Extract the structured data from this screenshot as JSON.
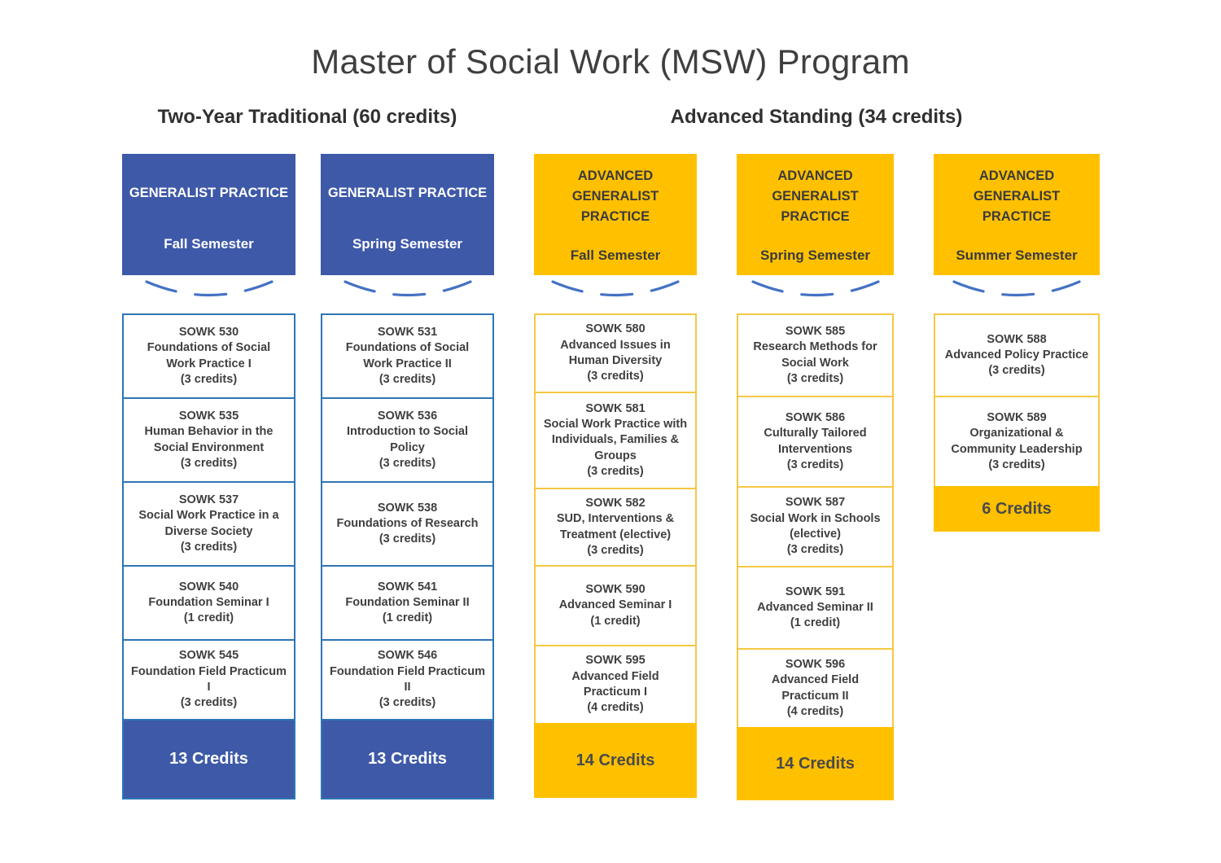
{
  "title": "Master of Social Work (MSW) Program",
  "tracks": [
    {
      "label": "Two-Year Traditional (60 credits)"
    },
    {
      "label": "Advanced Standing (34 credits)"
    }
  ],
  "colors": {
    "blue_fill": "#3E59A8",
    "blue_border": "#2E75B6",
    "gold_fill": "#FFC000",
    "gold_border": "#F5C842",
    "arc": "#4472C4",
    "text_dark": "#3f3f3f"
  },
  "columns": [
    {
      "theme": "blue",
      "header": {
        "program": "GENERALIST PRACTICE",
        "semester": "Fall Semester"
      },
      "courses": [
        {
          "code": "SOWK 530",
          "title": "Foundations of Social Work Practice I",
          "credits": "(3 credits)"
        },
        {
          "code": "SOWK 535",
          "title": "Human Behavior in the Social Environment",
          "credits": "(3 credits)"
        },
        {
          "code": "SOWK 537",
          "title": "Social Work Practice in a Diverse Society",
          "credits": "(3 credits)"
        },
        {
          "code": "SOWK 540",
          "title": "Foundation Seminar I",
          "credits": "(1 credit)"
        },
        {
          "code": "SOWK 545",
          "title": "Foundation Field Practicum I",
          "credits": "(3 credits)"
        }
      ],
      "total": "13 Credits"
    },
    {
      "theme": "blue",
      "header": {
        "program": "GENERALIST PRACTICE",
        "semester": "Spring Semester"
      },
      "courses": [
        {
          "code": "SOWK 531",
          "title": "Foundations of Social Work Practice II",
          "credits": "(3 credits)"
        },
        {
          "code": "SOWK 536",
          "title": "Introduction to Social Policy",
          "credits": "(3 credits)"
        },
        {
          "code": "SOWK 538",
          "title": "Foundations of Research",
          "credits": "(3 credits)"
        },
        {
          "code": "SOWK 541",
          "title": "Foundation Seminar II",
          "credits": "(1 credit)"
        },
        {
          "code": "SOWK 546",
          "title": "Foundation Field Practicum II",
          "credits": "(3 credits)"
        }
      ],
      "total": "13 Credits"
    },
    {
      "theme": "gold",
      "header": {
        "program": "ADVANCED\nGENERALIST\nPRACTICE",
        "semester": "Fall Semester"
      },
      "courses": [
        {
          "code": "SOWK 580",
          "title": "Advanced Issues in Human Diversity",
          "credits": "(3 credits)"
        },
        {
          "code": "SOWK 581",
          "title": "Social Work Practice with Individuals, Families & Groups",
          "credits": "(3 credits)"
        },
        {
          "code": "SOWK 582",
          "title": "SUD, Interventions & Treatment (elective)",
          "credits": "(3 credits)"
        },
        {
          "code": "SOWK 590",
          "title": "Advanced Seminar I",
          "credits": "(1 credit)"
        },
        {
          "code": "SOWK 595",
          "title": "Advanced Field Practicum I",
          "credits": "(4 credits)"
        }
      ],
      "total": "14 Credits"
    },
    {
      "theme": "gold",
      "header": {
        "program": "ADVANCED\nGENERALIST\nPRACTICE",
        "semester": "Spring Semester"
      },
      "courses": [
        {
          "code": "SOWK 585",
          "title": "Research Methods for Social Work",
          "credits": "(3 credits)"
        },
        {
          "code": "SOWK 586",
          "title": "Culturally Tailored Interventions",
          "credits": "(3 credits)"
        },
        {
          "code": "SOWK 587",
          "title": "Social Work in Schools (elective)",
          "credits": "(3 credits)"
        },
        {
          "code": "SOWK 591",
          "title": "Advanced Seminar II",
          "credits": "(1 credit)"
        },
        {
          "code": "SOWK 596",
          "title": "Advanced Field Practicum II",
          "credits": "(4 credits)"
        }
      ],
      "total": "14 Credits"
    },
    {
      "theme": "gold",
      "header": {
        "program": "ADVANCED\nGENERALIST\nPRACTICE",
        "semester": "Summer Semester"
      },
      "courses": [
        {
          "code": "SOWK 588",
          "title": "Advanced Policy Practice",
          "credits": "(3 credits)"
        },
        {
          "code": "SOWK 589",
          "title": "Organizational & Community Leadership",
          "credits": "(3 credits)"
        }
      ],
      "total": "6 Credits"
    }
  ]
}
